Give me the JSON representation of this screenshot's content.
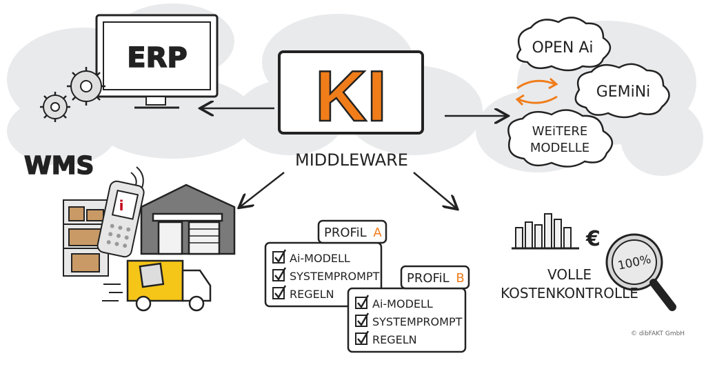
{
  "center": {
    "title": "KI",
    "subtitle": "MIDDLEWARE"
  },
  "erp": {
    "label": "ERP"
  },
  "wms": {
    "label": "WMS"
  },
  "models": {
    "items": [
      "OPEN Ai",
      "GEMiNi"
    ],
    "more_line1": "WEiTERE",
    "more_line2": "MODELLE"
  },
  "profiles": [
    {
      "title": "PROFiL",
      "letter": "A",
      "items": [
        "Ai-MODELL",
        "SYSTEMPROMPT",
        "REGELN"
      ]
    },
    {
      "title": "PROFiL",
      "letter": "B",
      "items": [
        "Ai-MODELL",
        "SYSTEMPROMPT",
        "REGELN"
      ]
    }
  ],
  "cost": {
    "currency": "€",
    "line1": "VOLLE",
    "line2": "KOSTENKONTROLLE",
    "percent": "100%"
  },
  "copyright": "© dibFAKT GmbH",
  "scanner_logo": "i",
  "colors": {
    "accent": "#f07d1a",
    "cloud": "#e9eaec",
    "ink": "#222222",
    "grey_text": "#555555"
  }
}
